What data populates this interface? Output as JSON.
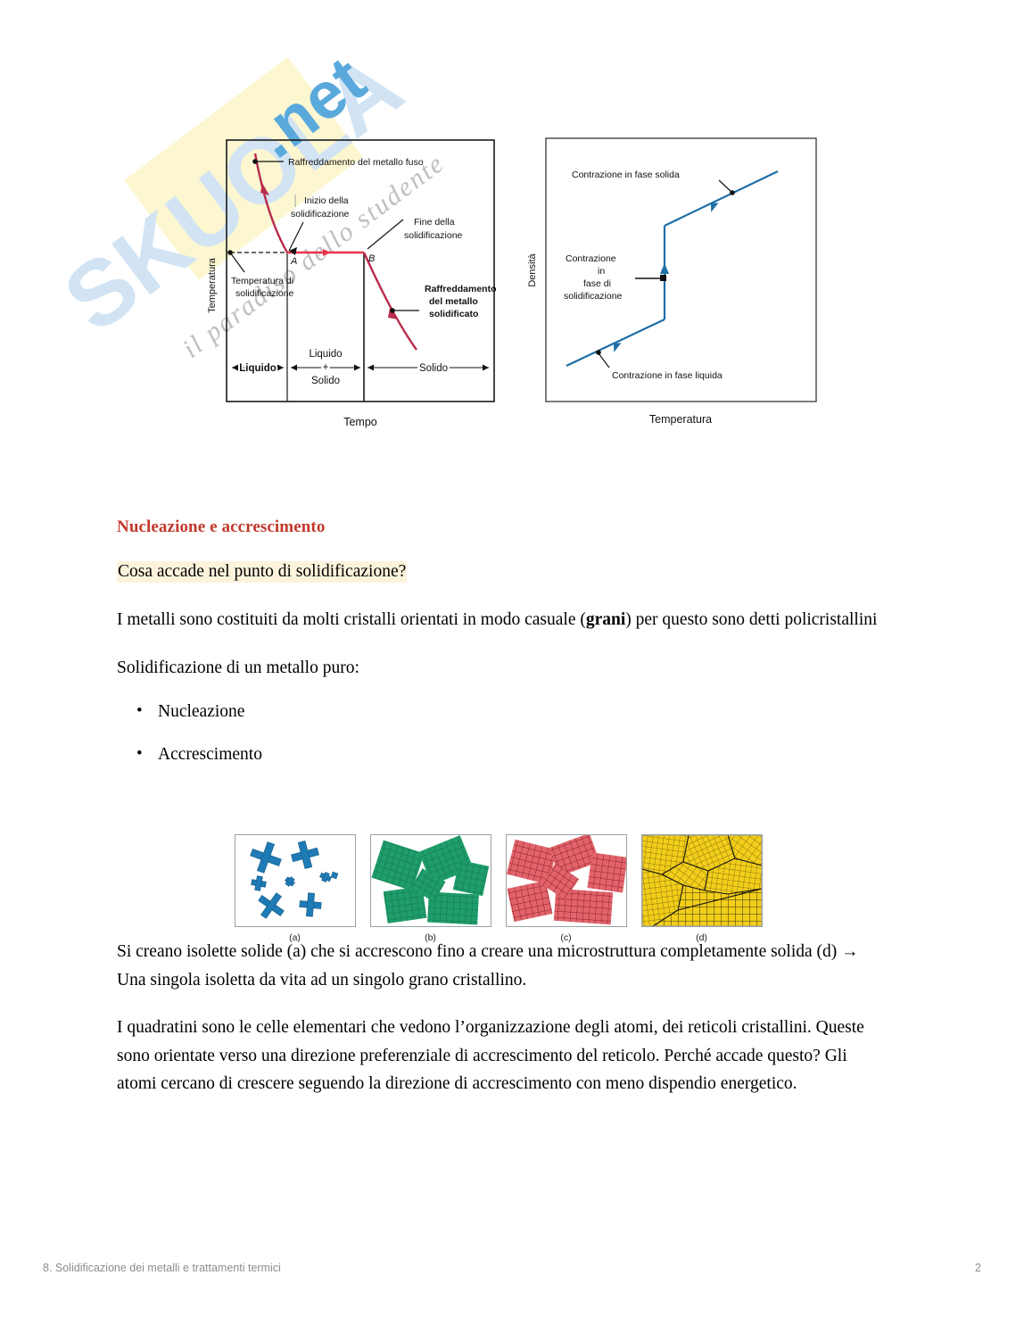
{
  "watermark": {
    "brand": "SKUOLA",
    "suffix": ".net",
    "tagline": "il paradiso dello studente"
  },
  "figures": {
    "cooling_curve": {
      "ylabel": "Temperatura",
      "xlabel": "Tempo",
      "annotations": {
        "melt_cooling": "Raffreddamento del metallo fuso",
        "solidification_start_l1": "Inizio della",
        "solidification_start_l2": "solidificazione",
        "solidification_end_l1": "Fine della",
        "solidification_end_l2": "solidificazione",
        "solidification_temp_l1": "Temperatura di",
        "solidification_temp_l2": "solidificazione",
        "solid_cooling_l1": "Raffreddamento",
        "solid_cooling_l2": "del metallo",
        "solid_cooling_l3": "solidificato",
        "point_a": "A",
        "point_b": "B"
      },
      "phase_bands": {
        "liquid": "Liquido",
        "liquid_solid_l1": "Liquido",
        "liquid_solid_l2": "+",
        "liquid_solid_l3": "Solido",
        "solid": "Solido"
      },
      "curve_color": "#B92B4C",
      "frame_color": "#1a1a1a"
    },
    "density_curve": {
      "ylabel": "Densità",
      "xlabel": "Temperatura",
      "annotations": {
        "solid_contraction": "Contrazione in fase solida",
        "solidification_contraction_l1": "Contrazione",
        "solidification_contraction_l2": "in",
        "solidification_contraction_l3": "fase di",
        "solidification_contraction_l4": "solidificazione",
        "liquid_contraction": "Contrazione in fase liquida"
      },
      "curve_color": "#1F6FA8",
      "frame_color": "#333333"
    }
  },
  "content": {
    "heading": "Nucleazione e accrescimento",
    "highlight_question": "Cosa accade nel punto di solidificazione?",
    "paragraph_metals_part1": "I metalli sono costituiti da molti cristalli orientati in modo casuale (",
    "paragraph_metals_bold": "grani",
    "paragraph_metals_part2": ") per questo sono detti policristallini",
    "paragraph_solidification": "Solidificazione di un metallo puro:",
    "bullets": [
      "Nucleazione",
      "Accrescimento"
    ],
    "paragraph_islands": "Si creano isolette solide (a) che si accrescono fino a creare una microstruttura completamente solida (d) → Una singola isoletta da vita ad un singolo grano cristallino.",
    "paragraph_cells": "I quadratini sono le celle elementari che vedono l’organizzazione degli atomi, dei reticoli cristallini. Queste sono orientate verso una direzione preferenziale di accrescimento del reticolo. Perché accade questo? Gli atomi cercano di crescere seguendo la direzione di accrescimento con meno dispendio energetico."
  },
  "grain_figure": {
    "panels": [
      {
        "caption": "(a)",
        "color": "#1F7BB5",
        "stage": "nucleation"
      },
      {
        "caption": "(b)",
        "color": "#1F9D6B",
        "stage": "growth"
      },
      {
        "caption": "(c)",
        "color": "#D9444F",
        "stage": "impingement"
      },
      {
        "caption": "(d)",
        "color": "#F2CE1B",
        "stage": "grain-boundaries"
      }
    ]
  },
  "footer": {
    "document_title": "8. Solidificazione dei metalli e trattamenti termici",
    "page_number": "2"
  }
}
